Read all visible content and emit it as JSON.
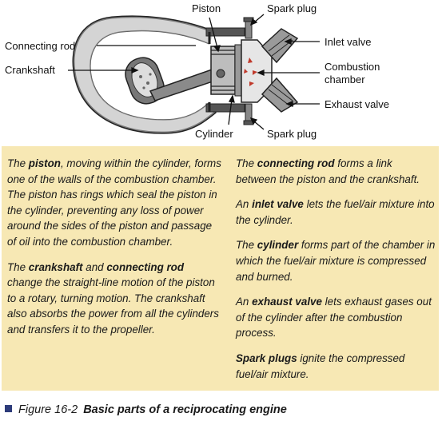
{
  "diagram": {
    "labels": {
      "piston": "Piston",
      "spark_plug_top": "Spark plug",
      "connecting_rod": "Connecting rod",
      "crankshaft": "Crankshaft",
      "inlet_valve": "Inlet valve",
      "combustion": "Combustion",
      "chamber": "chamber",
      "exhaust_valve": "Exhaust valve",
      "cylinder": "Cylinder",
      "spark_plug_bottom": "Spark plug"
    }
  },
  "text": {
    "left": [
      {
        "parts": [
          {
            "t": "The ",
            "b": false
          },
          {
            "t": "piston",
            "b": true
          },
          {
            "t": ", moving within the cylinder, forms one of the walls of the combustion chamber. The piston has rings which seal the piston in the cylinder, preventing any loss of power around the sides of the piston and passage of oil into the combustion chamber.",
            "b": false
          }
        ]
      },
      {
        "parts": [
          {
            "t": "The ",
            "b": false
          },
          {
            "t": "crankshaft",
            "b": true
          },
          {
            "t": " and ",
            "b": false
          },
          {
            "t": "connecting rod",
            "b": true
          },
          {
            "t": " change the straight-line motion of the piston to a rotary, turning motion. The crankshaft also absorbs the power from all the cylinders and transfers it to the propeller.",
            "b": false
          }
        ]
      }
    ],
    "right": [
      {
        "parts": [
          {
            "t": "The ",
            "b": false
          },
          {
            "t": "connecting rod",
            "b": true
          },
          {
            "t": " forms a link between the piston and the crankshaft.",
            "b": false
          }
        ]
      },
      {
        "parts": [
          {
            "t": "An ",
            "b": false
          },
          {
            "t": "inlet valve",
            "b": true
          },
          {
            "t": " lets the fuel/air mixture into the cylinder.",
            "b": false
          }
        ]
      },
      {
        "parts": [
          {
            "t": "The ",
            "b": false
          },
          {
            "t": "cylinder",
            "b": true
          },
          {
            "t": " forms part of the chamber in which the fuel/air mixture is compressed and burned.",
            "b": false
          }
        ]
      },
      {
        "parts": [
          {
            "t": "An ",
            "b": false
          },
          {
            "t": "exhaust valve",
            "b": true
          },
          {
            "t": " lets exhaust gases out of the cylinder after the combustion process.",
            "b": false
          }
        ]
      },
      {
        "parts": [
          {
            "t": "Spark plugs",
            "b": true
          },
          {
            "t": " ignite the compressed fuel/air mixture.",
            "b": false
          }
        ]
      }
    ]
  },
  "caption": {
    "figure": "Figure 16-2",
    "title": "Basic parts of a reciprocating engine"
  },
  "colors": {
    "text_box": "#f7e8b4",
    "caption_square": "#2d3b7a",
    "flame": "#c0392b"
  }
}
